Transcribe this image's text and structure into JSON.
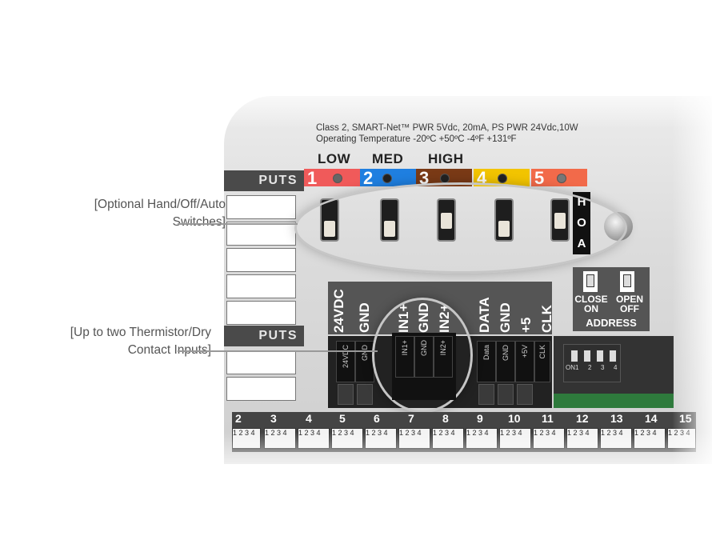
{
  "spec_lines": [
    "Class 2, SMART-Net™ PWR 5Vdc, 20mA, PS PWR 24Vdc,10W",
    "Operating Temperature -20ºC +50ºC  -4ºF +131ºF"
  ],
  "speeds": [
    "LOW",
    "MED",
    "HIGH"
  ],
  "channels": [
    {
      "num": "1",
      "color": "#f05a5a"
    },
    {
      "num": "2",
      "color": "#1f7fe0"
    },
    {
      "num": "3",
      "color": "#7a3a16"
    },
    {
      "num": "4",
      "color": "#f2c400"
    },
    {
      "num": "5",
      "color": "#f26a4a"
    }
  ],
  "hoa": [
    "H",
    "O",
    "A"
  ],
  "side_labels": [
    "PUTS",
    "PUTS"
  ],
  "terminal_labels": [
    "24VDC",
    "GND",
    "IN1+",
    "GND",
    "IN2+",
    "DATA",
    "GND",
    "+5",
    "CLK"
  ],
  "terminal_print": [
    "24VDC",
    "GND",
    "IN1+",
    "GND",
    "IN2+",
    "Data",
    "GND",
    "+5V",
    "CLK"
  ],
  "address": {
    "close_on": [
      "CLOSE",
      "ON"
    ],
    "open_off": [
      "OPEN",
      "OFF"
    ],
    "label": "ADDRESS",
    "dip_on": "ON",
    "dip_nums": [
      "1",
      "2",
      "3",
      "4"
    ]
  },
  "bottom_numbers": [
    "2",
    "3",
    "4",
    "5",
    "6",
    "7",
    "8",
    "9",
    "10",
    "11",
    "12",
    "13",
    "14",
    "15"
  ],
  "bottom_dip_text": "1 2 3 4",
  "annotations": {
    "hoa_line1": "[Optional Hand/Off/Auto",
    "hoa_line2": "Switches]",
    "therm_line1": "[Up to two Thermistor/Dry",
    "therm_line2": "Contact Inputs]"
  },
  "colors": {
    "panel": "#dcdcdc",
    "dark": "#4a4a4a",
    "annotation": "#555555"
  }
}
